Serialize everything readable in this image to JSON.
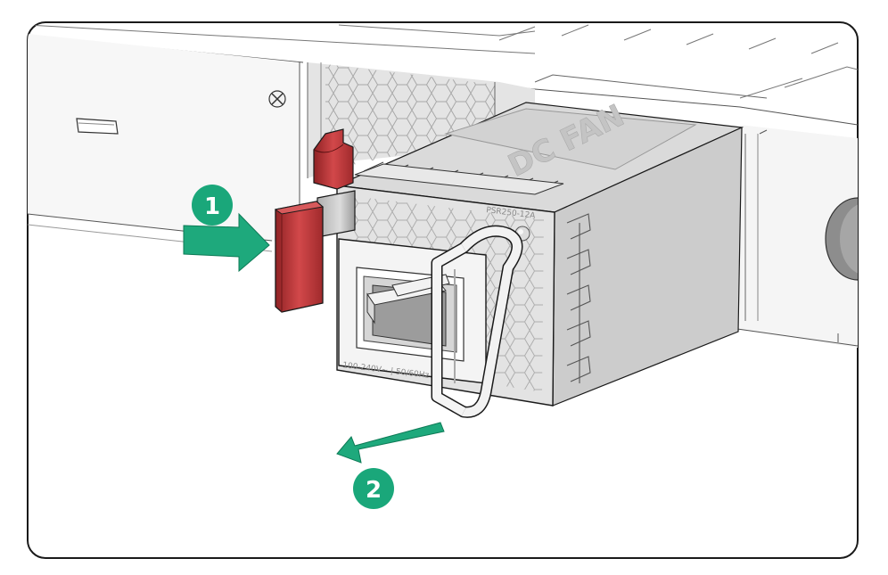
{
  "diagram": {
    "steps": [
      {
        "number": "1",
        "action": "push-latch"
      },
      {
        "number": "2",
        "action": "pull-module-out"
      }
    ],
    "module_brand_text": "DC FAN",
    "module_model_text": "PSR250-12A",
    "module_rating_text": "100-240V~ | 50/60Hz",
    "colors": {
      "step_badge": "#1aa77a",
      "arrow": "#1ea97c",
      "latch": "#c0393b",
      "outline": "#1a1a1a",
      "module_light": "#e6e6e6",
      "module_mid": "#cfcfcf",
      "module_dark": "#b5b5b5"
    }
  }
}
